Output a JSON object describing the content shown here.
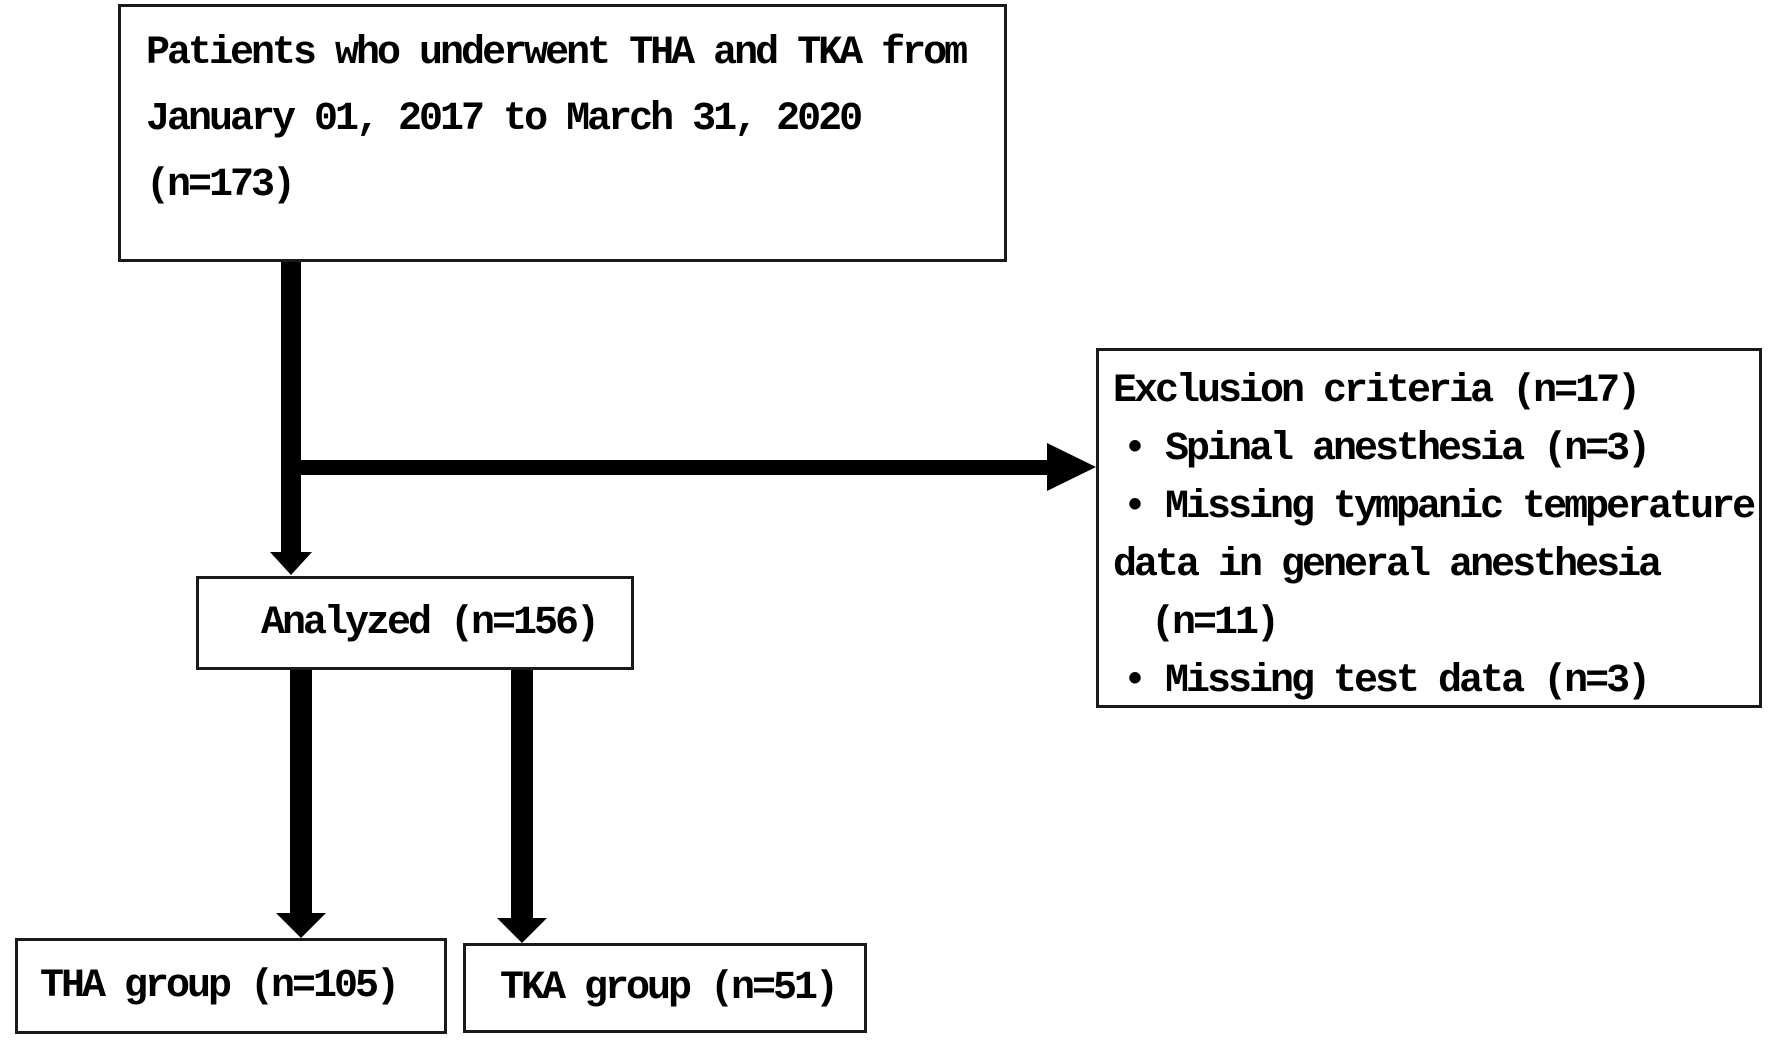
{
  "figure": {
    "type": "patient-flow-diagram",
    "colors": {
      "ink": "#000000",
      "background": "#ffffff"
    },
    "boxes": {
      "patients": {
        "lines": [
          "Patients who underwent THA and TKA from",
          "January 01, 2017 to March 31, 2020",
          "(n=173)"
        ],
        "n": 173
      },
      "exclusion": {
        "lines": [
          "Exclusion criteria (n=17)",
          "• Spinal anesthesia (n=3)",
          "• Missing tympanic temperature",
          "data in general anesthesia",
          "(n=11)",
          "• Missing test data (n=3)"
        ],
        "n_excluded": 17,
        "n_spinal_anesthesia": 3,
        "n_missing_tympanic": 11,
        "n_missing_test_data": 3
      },
      "analyzed": {
        "label": "Analyzed (n=156)",
        "n": 156
      },
      "tha": {
        "label": "THA group (n=105)",
        "n": 105
      },
      "tka": {
        "label": "TKA group (n=51)",
        "n": 51
      }
    }
  }
}
